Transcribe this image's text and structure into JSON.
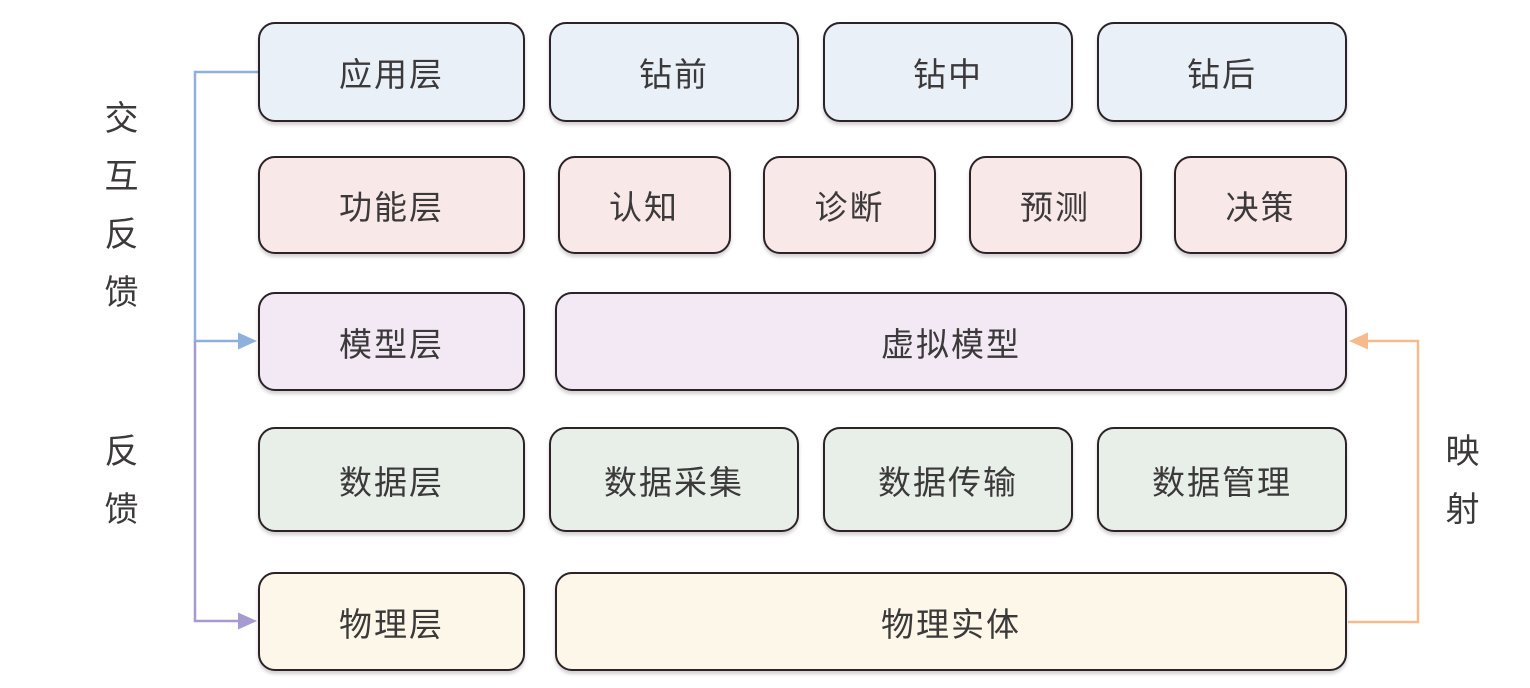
{
  "labels": {
    "interaction_feedback": "交互反馈",
    "feedback": "反馈",
    "mapping": "映射"
  },
  "rows": [
    {
      "layer": "应用层",
      "items": [
        "钻前",
        "钻中",
        "钻后"
      ],
      "fill": "#e9f0f8"
    },
    {
      "layer": "功能层",
      "items": [
        "认知",
        "诊断",
        "预测",
        "决策"
      ],
      "fill": "#f9e8e8"
    },
    {
      "layer": "模型层",
      "items": [
        "虚拟模型"
      ],
      "fill": "#f2e9f5"
    },
    {
      "layer": "数据层",
      "items": [
        "数据采集",
        "数据传输",
        "数据管理"
      ],
      "fill": "#e7efe8"
    },
    {
      "layer": "物理层",
      "items": [
        "物理实体"
      ],
      "fill": "#fcf7e8"
    }
  ],
  "arrows": [
    {
      "name": "interaction-feedback",
      "color": "#8eb0dd",
      "from": "应用层",
      "to": "模型层"
    },
    {
      "name": "feedback",
      "color": "#a69ad1",
      "from": "模型层",
      "to": "物理层"
    },
    {
      "name": "mapping",
      "color": "#f6bb8d",
      "from": "物理实体",
      "to": "虚拟模型"
    }
  ],
  "style_colors": {
    "border": "#2b2327",
    "text": "#3b393a",
    "background": "#ffffff"
  }
}
